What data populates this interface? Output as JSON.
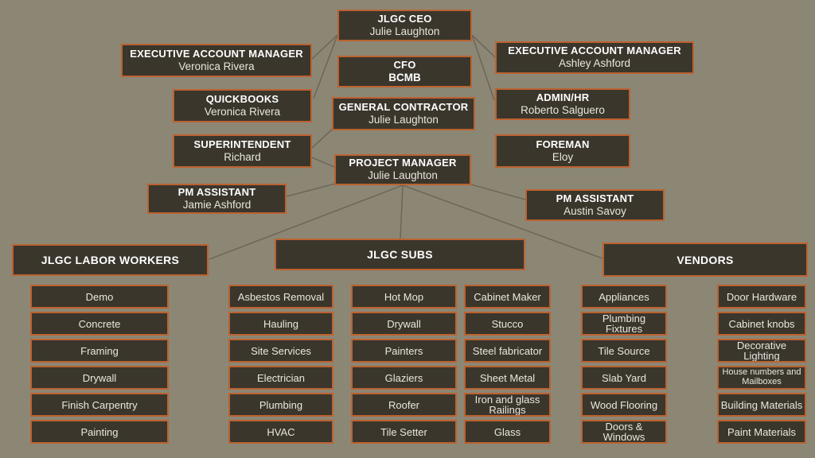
{
  "colors": {
    "background": "#8c8675",
    "box_fill": "#3a362c",
    "box_border": "#bc6230",
    "connector": "#6a6455",
    "title_text": "#ffffff",
    "name_text": "#e9e7e1"
  },
  "org": {
    "ceo": {
      "title": "JLGC CEO",
      "name": "Julie Laughton"
    },
    "eam_left": {
      "title": "EXECUTIVE ACCOUNT MANAGER",
      "name": "Veronica Rivera"
    },
    "eam_right": {
      "title": "EXECUTIVE ACCOUNT MANAGER",
      "name": "Ashley Ashford"
    },
    "cfo": {
      "title": "CFO",
      "name": "BCMB"
    },
    "quickbooks": {
      "title": "QUICKBOOKS",
      "name": "Veronica Rivera"
    },
    "general_contractor": {
      "title": "GENERAL CONTRACTOR",
      "name": "Julie Laughton"
    },
    "admin_hr": {
      "title": "ADMIN/HR",
      "name": "Roberto Salguero"
    },
    "superintendent": {
      "title": "SUPERINTENDENT",
      "name": "Richard"
    },
    "foreman": {
      "title": "FOREMAN",
      "name": "Eloy"
    },
    "project_manager": {
      "title": "PROJECT MANAGER",
      "name": "Julie Laughton"
    },
    "pm_assistant_left": {
      "title": "PM ASSISTANT",
      "name": "Jamie Ashford"
    },
    "pm_assistant_right": {
      "title": "PM ASSISTANT",
      "name": "Austin Savoy"
    }
  },
  "groups": {
    "labor": {
      "header": "JLGC LABOR WORKERS",
      "items": [
        "Demo",
        "Concrete",
        "Framing",
        "Drywall",
        "Finish Carpentry",
        "Painting"
      ]
    },
    "subs": {
      "header": "JLGC SUBS",
      "columns": [
        [
          "Asbestos Removal",
          "Hauling",
          "Site Services",
          "Electrician",
          "Plumbing",
          "HVAC"
        ],
        [
          "Hot Mop",
          "Drywall",
          "Painters",
          "Glaziers",
          "Roofer",
          "Tile Setter"
        ],
        [
          "Cabinet Maker",
          "Stucco",
          "Steel fabricator",
          "Sheet Metal",
          "Iron and glass Railings",
          "Glass"
        ]
      ]
    },
    "vendors": {
      "header": "VENDORS",
      "columns": [
        [
          "Appliances",
          "Plumbing Fixtures",
          "Tile Source",
          "Slab Yard",
          "Wood Flooring",
          "Doors & Windows"
        ],
        [
          "Door Hardware",
          "Cabinet knobs",
          "Decorative Lighting",
          "House numbers and Mailboxes",
          "Building Materials",
          "Paint Materials"
        ]
      ]
    }
  }
}
